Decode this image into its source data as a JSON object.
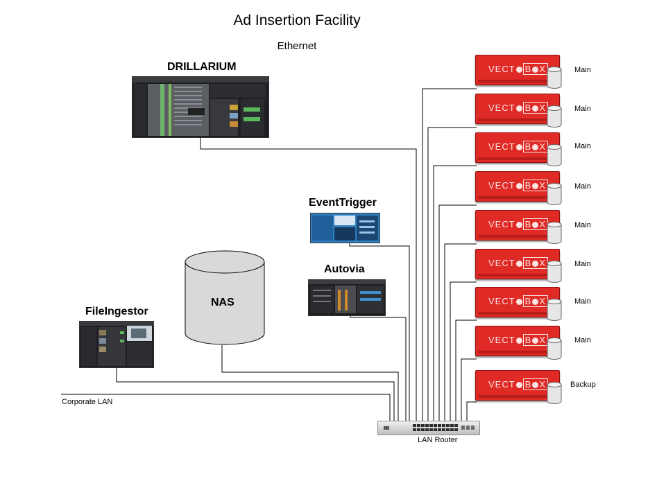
{
  "title": "Ad Insertion Facility",
  "subtitle": "Ethernet",
  "apps": {
    "drillarium": "DRILLARIUM",
    "event_trigger": "EventTrigger",
    "autovia": "Autovia",
    "file_ingestor": "FileIngestor"
  },
  "nas": "NAS",
  "corporate_lan": "Corporate LAN",
  "router_label": "LAN Router",
  "vectorbox": {
    "logo_left": "VECT",
    "logo_right": "B",
    "logo_end": "X",
    "units": [
      {
        "label": "Main"
      },
      {
        "label": "Main"
      },
      {
        "label": "Main"
      },
      {
        "label": "Main"
      },
      {
        "label": "Main"
      },
      {
        "label": "Main"
      },
      {
        "label": "Main"
      },
      {
        "label": "Main"
      },
      {
        "label": "Backup"
      }
    ]
  },
  "colors": {
    "vectorbox_red": "#e02a26",
    "eventtrigger_blue": "#2f7fc1",
    "screen_dark": "#1e1f22"
  }
}
